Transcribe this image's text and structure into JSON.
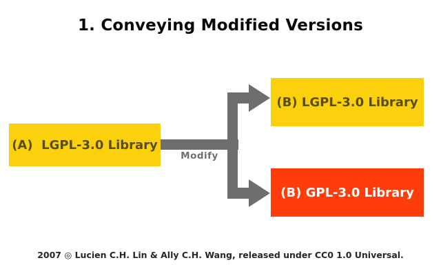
{
  "title": "1. Conveying Modified Versions",
  "footer": "2007 ◎ Lucien C.H. Lin & Ally C.H. Wang, released under CC0 1.0 Universal.",
  "diagram": {
    "source_box": {
      "label": "(A)  LGPL-3.0 Library"
    },
    "result_box_top": {
      "label": "(B) LGPL-3.0 Library"
    },
    "result_box_bottom": {
      "label": "(B) GPL-3.0 Library"
    },
    "arrow_label": "Modify"
  },
  "colors": {
    "yellow_box": "#FBD00D",
    "red_box": "#FF3D0C",
    "arrow_gray": "#6E6E6E",
    "olive_text": "#574E18",
    "white_text": "#FFFFFF",
    "title_text": "#0A0A0A",
    "footer_text": "#262626",
    "background": "#FFFFFF"
  }
}
